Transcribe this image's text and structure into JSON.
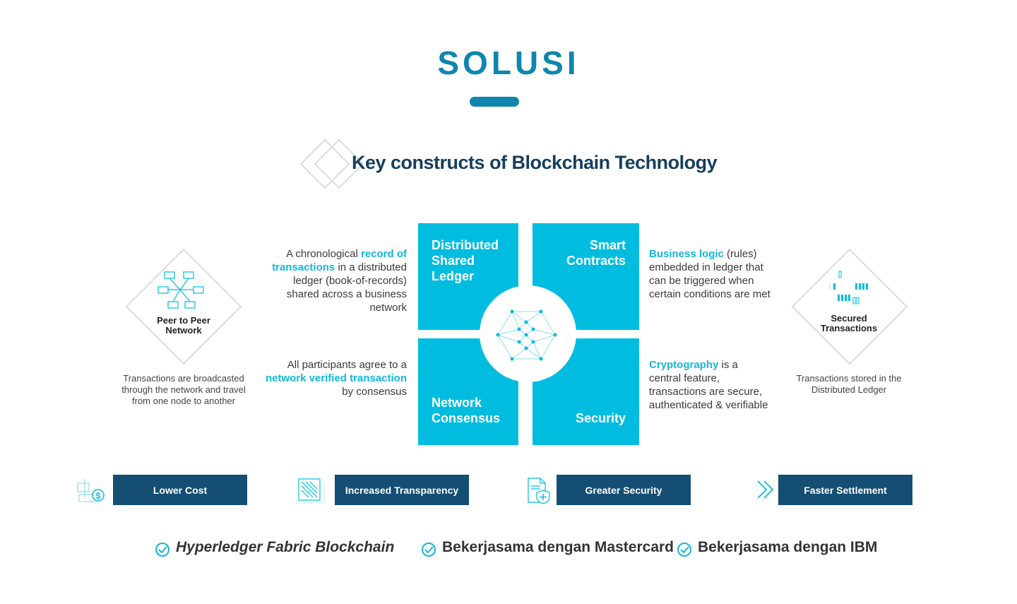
{
  "header": {
    "title": "SOLUSI",
    "subtitle": "Key constructs of Blockchain Technology"
  },
  "quadrants": {
    "top_left": "Distributed\nShared\nLedger",
    "top_right": "Smart\nContracts",
    "bottom_left": "Network\nConsensus",
    "bottom_right": "Security"
  },
  "descriptions": {
    "ledger": {
      "pre": "A chronological ",
      "highlight": "record of transactions",
      "post": " in a distributed ledger (book-of-records) shared across a  business network"
    },
    "contracts": {
      "highlight": "Business logic",
      "post": " (rules) embedded in ledger that can be triggered when certain conditions are met"
    },
    "consensus": {
      "pre": "All participants agree to a ",
      "highlight": "network verified transaction",
      "post": " by consensus"
    },
    "security": {
      "highlight": "Cryptography",
      "post": " is a central feature, transactions are secure, authenticated & verifiable"
    }
  },
  "left_feature": {
    "label": "Peer to Peer Network",
    "caption": "Transactions are broadcasted through the network and travel from one node to another"
  },
  "right_feature": {
    "label": "Secured Transactions",
    "caption": "Transactions stored in the Distributed Ledger"
  },
  "benefits": [
    {
      "label": "Lower Cost",
      "icon": "cost-dollar-icon"
    },
    {
      "label": "Increased Transparency",
      "icon": "transparency-icon"
    },
    {
      "label": "Greater Security",
      "icon": "security-document-icon"
    },
    {
      "label": "Faster Settlement",
      "icon": "fast-forward-icon"
    }
  ],
  "bullets": [
    {
      "label": "Hyperledger Fabric Blockchain",
      "italic": true
    },
    {
      "label": "Bekerjasama dengan Mastercard",
      "italic": false
    },
    {
      "label": "Bekerjasama dengan IBM",
      "italic": false
    }
  ],
  "colors": {
    "accent": "#0e86ad",
    "cyan": "#00bde0",
    "navy": "#144e72",
    "highlight": "#15b6dc"
  }
}
